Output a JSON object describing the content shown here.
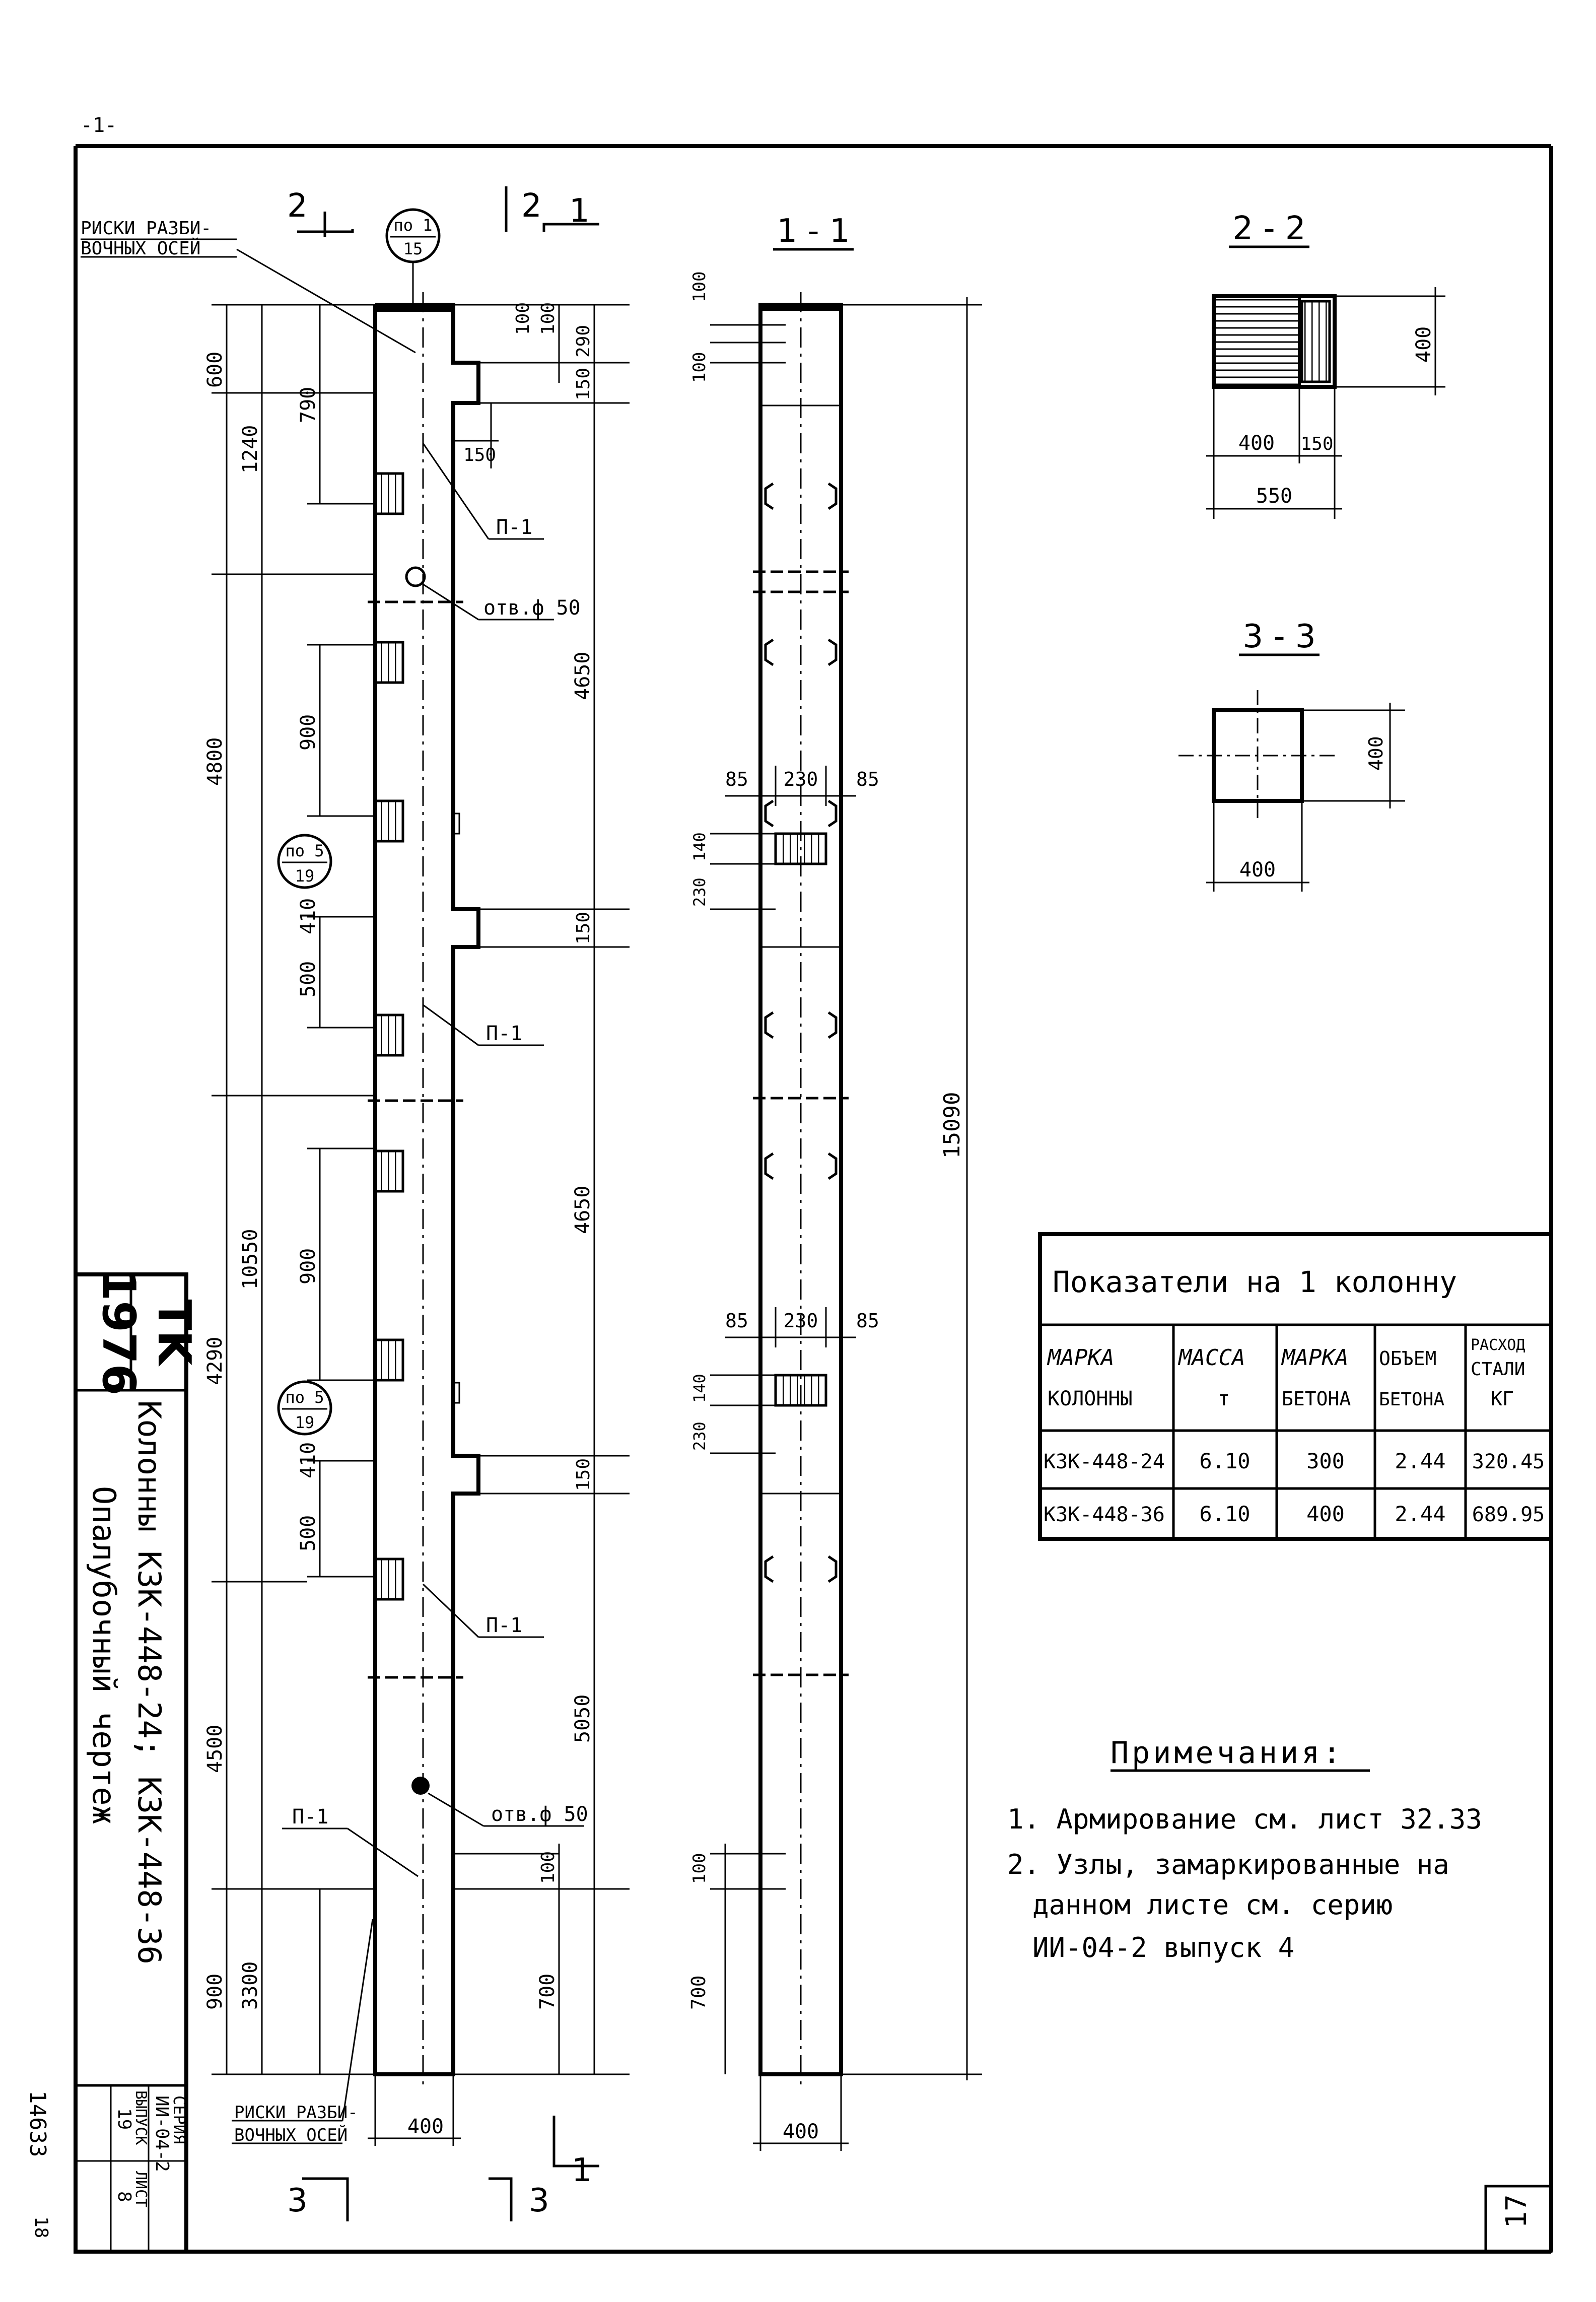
{
  "frame": {
    "corner_mark": "-1-",
    "sheet_number": "17"
  },
  "title_block": {
    "year": "1976",
    "org": "TK",
    "title_line1": "Колонны К3К-448-24; К3К-448-36",
    "title_line2": "Опалубочный чертеж",
    "series_label": "СЕРИЯ",
    "series_value": "ИИ-04-2",
    "issue_label": "ВЫПУСК",
    "issue_value": "19",
    "sheet_label": "ЛИСТ",
    "sheet_value": "8"
  },
  "side_stamp": "14633",
  "side_stamp2": "18",
  "front_view": {
    "axis_marks_top": "РИСКИ РАЗБИ-\nВОЧНЫХ ОСЕЙ",
    "axis_marks_top_l1": "РИСКИ РАЗБИ-",
    "axis_marks_top_l2": "ВОЧНЫХ ОСЕЙ",
    "axis_marks_bottom_l1": "РИСКИ РАЗБИ-",
    "axis_marks_bottom_l2": "ВОЧНЫХ ОСЕЙ",
    "section_2_mark": "2",
    "section_1_mark": "1",
    "section_3_mark": "3",
    "node_top_num": "по 1",
    "node_top_den": "15",
    "node_mid_num": "по 5",
    "node_mid_den": "19",
    "node_low_num": "по 5",
    "node_low_den": "19",
    "p1_label": "П-1",
    "hole_label": "отв.ф 50",
    "width_dim": "400",
    "dims_left": [
      "600",
      "1240",
      "790",
      "4800",
      "900",
      "410",
      "500",
      "4290",
      "10550",
      "900",
      "410",
      "500",
      "4500",
      "900",
      "3300"
    ],
    "dims_right": [
      "100",
      "100",
      "290",
      "150",
      "150",
      "4650",
      "150",
      "4650",
      "150",
      "5050",
      "100",
      "700"
    ]
  },
  "section_1_1": {
    "title": "1 - 1",
    "total_height": "15090",
    "width_dim": "400",
    "dim_top_100a": "100",
    "dim_top_100b": "100",
    "dim_85": "85",
    "dim_230": "230",
    "dim_140": "140",
    "dim_100_bottom": "100",
    "dim_700": "700"
  },
  "section_2_2": {
    "title": "2 - 2",
    "dim_height": "400",
    "dim_400": "400",
    "dim_150": "150",
    "dim_550": "550"
  },
  "section_3_3": {
    "title": "3 - 3",
    "dim_height": "400",
    "dim_width": "400"
  },
  "table": {
    "title": "Показатели на 1 колонну",
    "headers": [
      [
        "МАРКА",
        "КОЛОННЫ"
      ],
      [
        "МАССА",
        "т"
      ],
      [
        "МАРКА",
        "БЕТОНА"
      ],
      [
        "ОБЪЕМ",
        "БЕТОНА"
      ],
      [
        "РАСХОД",
        "СТАЛИ",
        "КГ"
      ]
    ],
    "rows": [
      [
        "К3К-448-24",
        "6.10",
        "300",
        "2.44",
        "320.45"
      ],
      [
        "К3К-448-36",
        "6.10",
        "400",
        "2.44",
        "689.95"
      ]
    ]
  },
  "notes": {
    "title": "Примечания:",
    "items": [
      "1. Армирование см. лист 32.33",
      "2. Узлы, замаркированные на",
      "данном листе см. серию",
      "ИИ-04-2 выпуск 4"
    ]
  }
}
